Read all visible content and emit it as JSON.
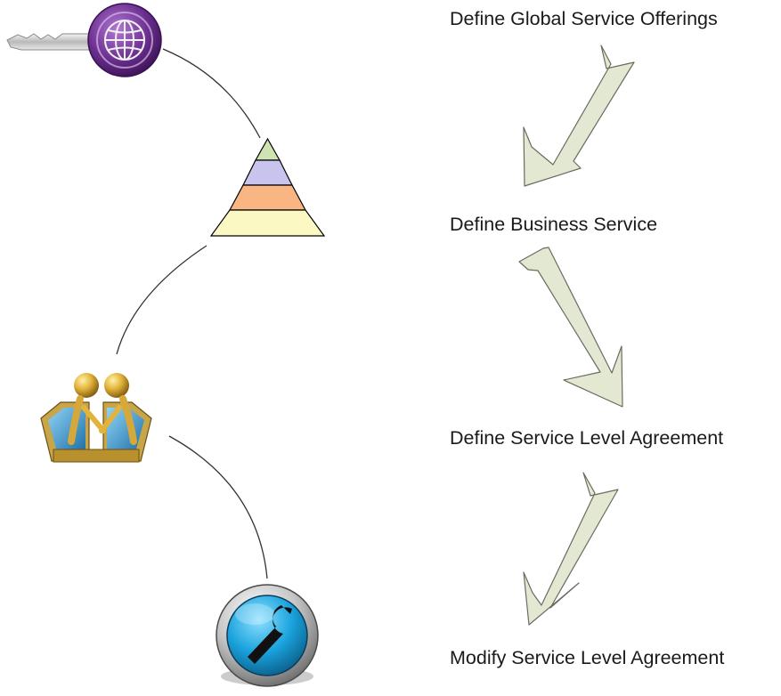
{
  "steps": [
    {
      "label": "Define Global Service Offerings",
      "icon": "globe-key-icon"
    },
    {
      "label": "Define Business Service",
      "icon": "pyramid-icon"
    },
    {
      "label": "Define Service Level Agreement",
      "icon": "handshake-icon"
    },
    {
      "label": "Modify Service Level Agreement",
      "icon": "wrench-icon"
    }
  ],
  "colors": {
    "arrow_fill": "#e3e8d3",
    "arrow_stroke": "#6b6b5f",
    "connector": "#333333",
    "key_purple": "#6a2f8f",
    "pyramid_layers": [
      "#cfe3b0",
      "#c8c4ee",
      "#f9b582",
      "#fcf8c3"
    ],
    "wrench_blue": "#1aa3dd"
  }
}
